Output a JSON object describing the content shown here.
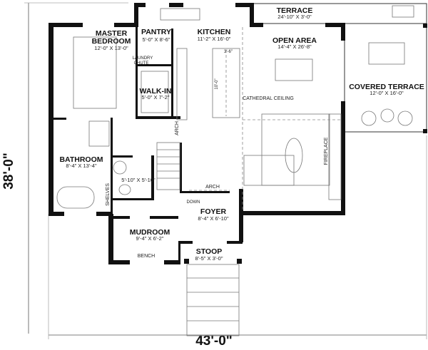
{
  "dimensions": {
    "overall_width": "43'-0\"",
    "overall_depth": "38'-0\""
  },
  "rooms": {
    "master_bedroom": {
      "name_1": "MASTER",
      "name_2": "BEDROOM",
      "size": "12'-0\" X 13'-0\""
    },
    "pantry": {
      "name": "PANTRY",
      "size": "5'-0\" X 8'-6\""
    },
    "kitchen": {
      "name": "KITCHEN",
      "size": "11'-2\" X 16'-0\""
    },
    "walk_in": {
      "name": "WALK-IN",
      "size": "5'-0\" X 7'-2\""
    },
    "terrace": {
      "name": "TERRACE",
      "size": "24'-10\" X 3'-0\""
    },
    "open_area": {
      "name": "OPEN AREA",
      "size": "14'-4\" X 26'-8\""
    },
    "covered_terrace": {
      "name": "COVERED TERRACE",
      "size": "12'-0\" X 16'-0\""
    },
    "bathroom": {
      "name": "BATHROOM",
      "size": "8'-4\" X 13'-4\""
    },
    "powder": {
      "size": "5'-10\" X 5'-10\""
    },
    "foyer": {
      "name": "FOYER",
      "size": "8'-4\" X 6'-10\""
    },
    "mudroom": {
      "name": "MUDROOM",
      "size": "9'-4\" X 6'-2\""
    },
    "stoop": {
      "name": "STOOP",
      "size": "8'-5\" X 3'-0\""
    }
  },
  "annotations": {
    "laundry_chute_1": "LAUNDRY",
    "laundry_chute_2": "CHUTE",
    "island_width": "3'-6\"",
    "island_length": "10'-0\"",
    "cathedral_ceiling": "CATHEDRAL CEILING",
    "fireplace": "FIREPLACE",
    "arch_kitchen": "ARCH",
    "arch_foyer": "ARCH",
    "shelves": "SHELVES",
    "down": "DOWN",
    "bench": "BENCH"
  }
}
